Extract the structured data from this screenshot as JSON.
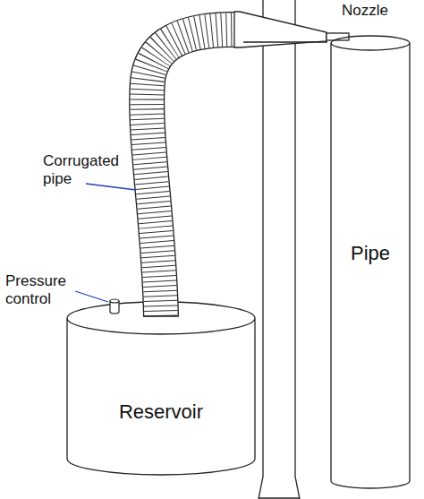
{
  "diagram": {
    "nodes": [
      {
        "text": [
          "Reservoir"
        ]
      },
      {
        "text": [
          "Pipe"
        ]
      }
    ],
    "labels": [
      "Nozzle",
      "Corrugated pipe",
      "Pressure control"
    ]
  }
}
